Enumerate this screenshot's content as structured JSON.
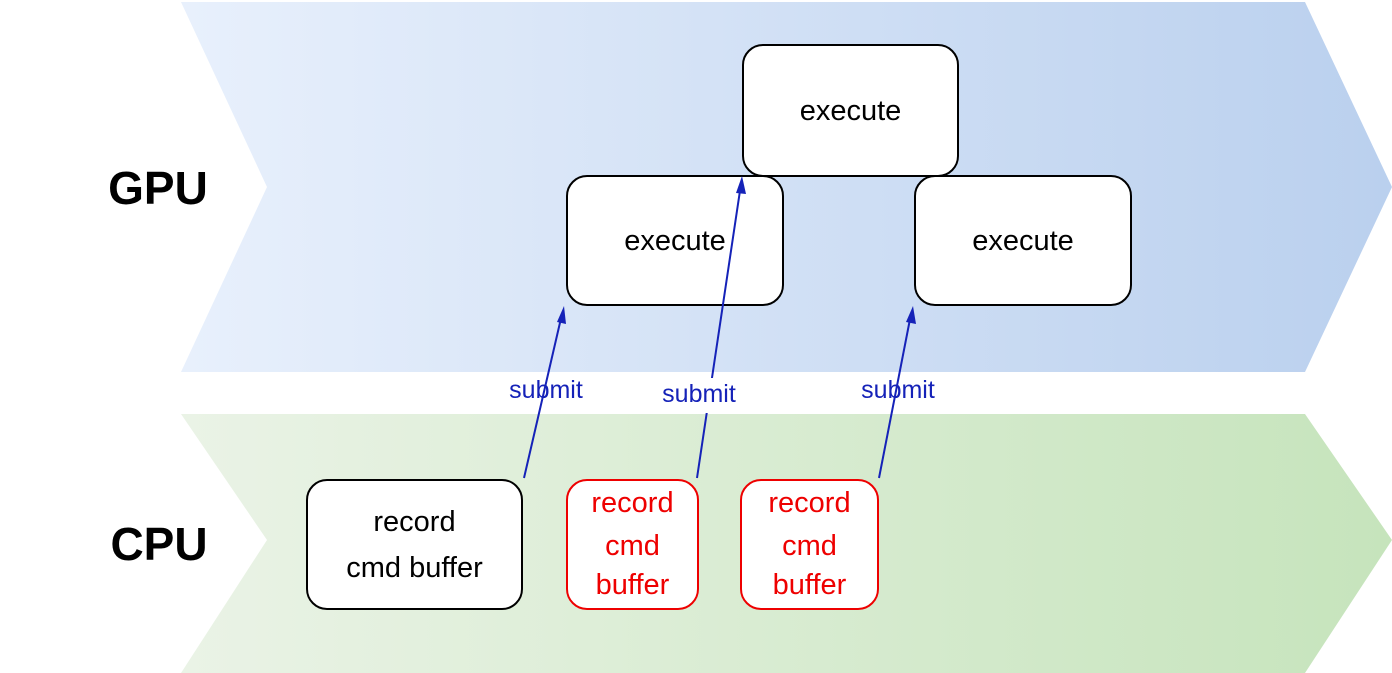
{
  "colors": {
    "gpu_band_start": "#e8f0fc",
    "gpu_band_end": "#bad0ee",
    "cpu_band_start": "#eaf3e6",
    "cpu_band_end": "#c6e4bc",
    "arrow": "#1522b8",
    "highlight": "#ee0000",
    "box_stroke": "#000000"
  },
  "lanes": {
    "gpu": {
      "label": "GPU"
    },
    "cpu": {
      "label": "CPU"
    }
  },
  "gpu_tasks": [
    {
      "label": "execute"
    },
    {
      "label": "execute"
    },
    {
      "label": "execute"
    }
  ],
  "cpu_tasks": [
    {
      "lines": [
        "record",
        "cmd buffer"
      ],
      "highlighted": false
    },
    {
      "lines": [
        "record",
        "cmd",
        "buffer"
      ],
      "highlighted": true
    },
    {
      "lines": [
        "record",
        "cmd",
        "buffer"
      ],
      "highlighted": true
    }
  ],
  "submissions": [
    {
      "label": "submit",
      "from": "cpu_tasks.0",
      "to": "gpu_tasks.1"
    },
    {
      "label": "submit",
      "from": "cpu_tasks.1",
      "to": "gpu_tasks.0"
    },
    {
      "label": "submit",
      "from": "cpu_tasks.2",
      "to": "gpu_tasks.2"
    }
  ]
}
